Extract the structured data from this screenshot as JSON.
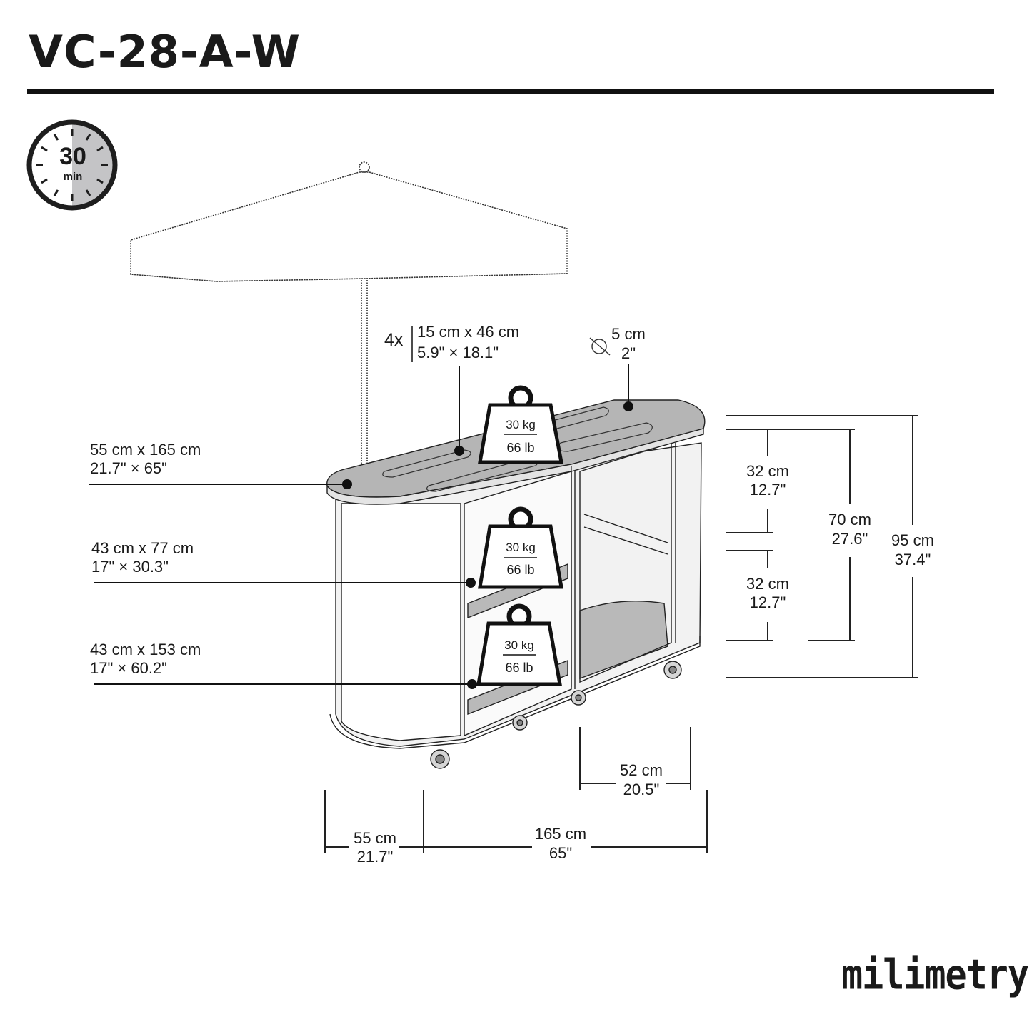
{
  "title": "VC-28-A-W",
  "timer": {
    "value": "30",
    "unit": "min",
    "icon": "stopwatch-icon"
  },
  "weight_badges": [
    {
      "top": "30 kg",
      "bottom": "66 lb",
      "icon": "weight-icon"
    },
    {
      "top": "30 kg",
      "bottom": "66 lb",
      "icon": "weight-icon"
    },
    {
      "top": "30 kg",
      "bottom": "66 lb",
      "icon": "weight-icon"
    }
  ],
  "callouts": {
    "inserts": {
      "count": "4x",
      "metric": "15 cm x 46 cm",
      "imperial": "5.9\" × 18.1\""
    },
    "hole": {
      "icon": "diameter-icon",
      "metric": "5 cm",
      "imperial": "2\""
    },
    "top_surface": {
      "metric": "55 cm x 165 cm",
      "imperial": "21.7\" × 65\""
    },
    "middle_shelf": {
      "metric": "43 cm x 77 cm",
      "imperial": "17\" × 30.3\""
    },
    "bottom_shelf": {
      "metric": "43 cm x 153 cm",
      "imperial": "17\" × 60.2\""
    }
  },
  "dimensions": {
    "upper_clearance": {
      "metric": "32 cm",
      "imperial": "12.7\""
    },
    "lower_clearance": {
      "metric": "32 cm",
      "imperial": "12.7\""
    },
    "inner_height": {
      "metric": "70 cm",
      "imperial": "27.6\""
    },
    "total_height": {
      "metric": "95 cm",
      "imperial": "37.4\""
    },
    "depth": {
      "metric": "55 cm",
      "imperial": "21.7\""
    },
    "length": {
      "metric": "165 cm",
      "imperial": "65\""
    },
    "section_width": {
      "metric": "52 cm",
      "imperial": "20.5\""
    }
  },
  "brand": "milimetry"
}
